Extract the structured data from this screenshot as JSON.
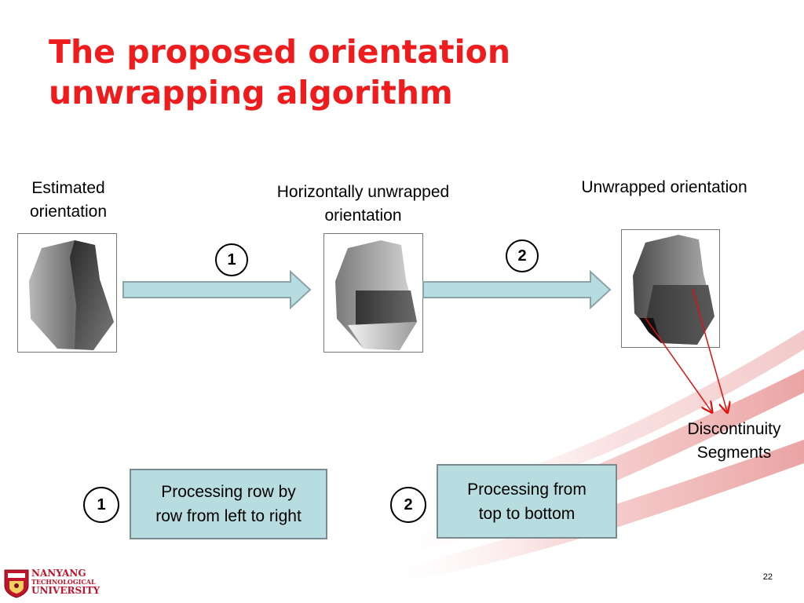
{
  "slide": {
    "title_line1": "The proposed orientation",
    "title_line2": "unwrapping algorithm",
    "page_number": "22"
  },
  "captions": {
    "estimated_line1": "Estimated",
    "estimated_line2": "orientation",
    "horizontal_line1": "Horizontally unwrapped",
    "horizontal_line2": "orientation",
    "unwrapped": "Unwrapped orientation",
    "discontinuity_line1": "Discontinuity",
    "discontinuity_line2": "Segments"
  },
  "steps": {
    "one": {
      "number": "1",
      "text_line1": "Processing row by",
      "text_line2": "row from left to right"
    },
    "two": {
      "number": "2",
      "text_line1": "Processing from",
      "text_line2": "top to bottom"
    }
  },
  "logo": {
    "line1": "NANYANG",
    "line2": "TECHNOLOGICAL",
    "line3": "UNIVERSITY"
  },
  "colors": {
    "title": "#ee1c1c",
    "arrow_fill": "#b7dde0",
    "discontinuity_arrow": "#e01010",
    "decor_wave": "#f2b8b8",
    "logo": "#c0142a"
  }
}
